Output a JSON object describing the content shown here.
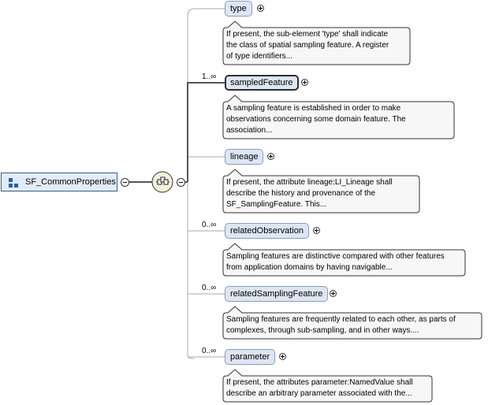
{
  "root": {
    "label": "SF_CommonProperties"
  },
  "elements": [
    {
      "label": "type",
      "multiplicity": "",
      "mandatory": false,
      "doc": [
        "If present, the sub-element 'type' shall indicate",
        "the class of spatial sampling feature. A register",
        "of type identifiers..."
      ]
    },
    {
      "label": "sampledFeature",
      "multiplicity": "1..∞",
      "mandatory": true,
      "doc": [
        "A sampling feature is established in order to make",
        "observations concerning some domain feature. The",
        "association..."
      ]
    },
    {
      "label": "lineage",
      "multiplicity": "",
      "mandatory": false,
      "doc": [
        "If present, the attribute lineage:LI_Lineage shall",
        "describe the history and provenance of the",
        "SF_SamplingFeature. This..."
      ]
    },
    {
      "label": "relatedObservation",
      "multiplicity": "0..∞",
      "mandatory": false,
      "doc": [
        "Sampling features are distinctive compared with other features",
        "from application domains by having navigable..."
      ]
    },
    {
      "label": "relatedSamplingFeature",
      "multiplicity": "0..∞",
      "mandatory": false,
      "doc": [
        "Sampling features are frequently related to each other, as parts of",
        "complexes, through sub-sampling, and in other ways...."
      ]
    },
    {
      "label": "parameter",
      "multiplicity": "0..∞",
      "mandatory": false,
      "doc": [
        "If present, the attributes parameter:NamedValue shall",
        "describe an arbitrary parameter associated with the..."
      ]
    }
  ],
  "icons": {
    "root": "complex-type-icon",
    "compositor": "sequence-compositor-icon",
    "expand": "plus-icon",
    "collapse": "minus-icon"
  },
  "colors": {
    "element_fill": "#dde6f3",
    "element_border": "#8a9cb8",
    "doc_fill": "#f7f7f7",
    "connector": "#a0a0a0",
    "connector_mandatory": "#555555"
  }
}
